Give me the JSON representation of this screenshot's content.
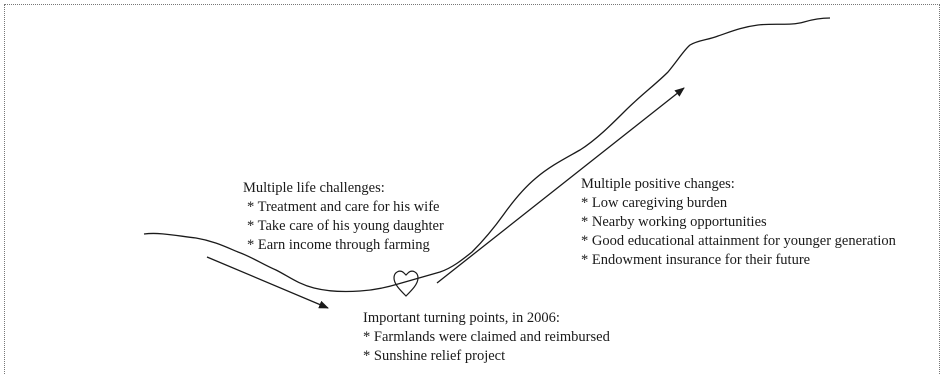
{
  "challenges": {
    "title": "Multiple life challenges:",
    "items": [
      "* Treatment and care for his wife",
      "* Take care of his young daughter",
      "* Earn income through farming"
    ]
  },
  "positive": {
    "title": "Multiple positive changes:",
    "items": [
      "* Low caregiving burden",
      "* Nearby working opportunities",
      "* Good educational attainment for younger generation",
      "* Endowment insurance for their future"
    ]
  },
  "turning": {
    "title": "Important turning points, in 2006:",
    "items": [
      "* Farmlands were claimed and reimbursed",
      "* Sunshine relief project"
    ]
  },
  "colors": {
    "line": "#1a1a1a",
    "frame": "#777777"
  },
  "icons": {
    "turning_marker": "heart-icon"
  }
}
